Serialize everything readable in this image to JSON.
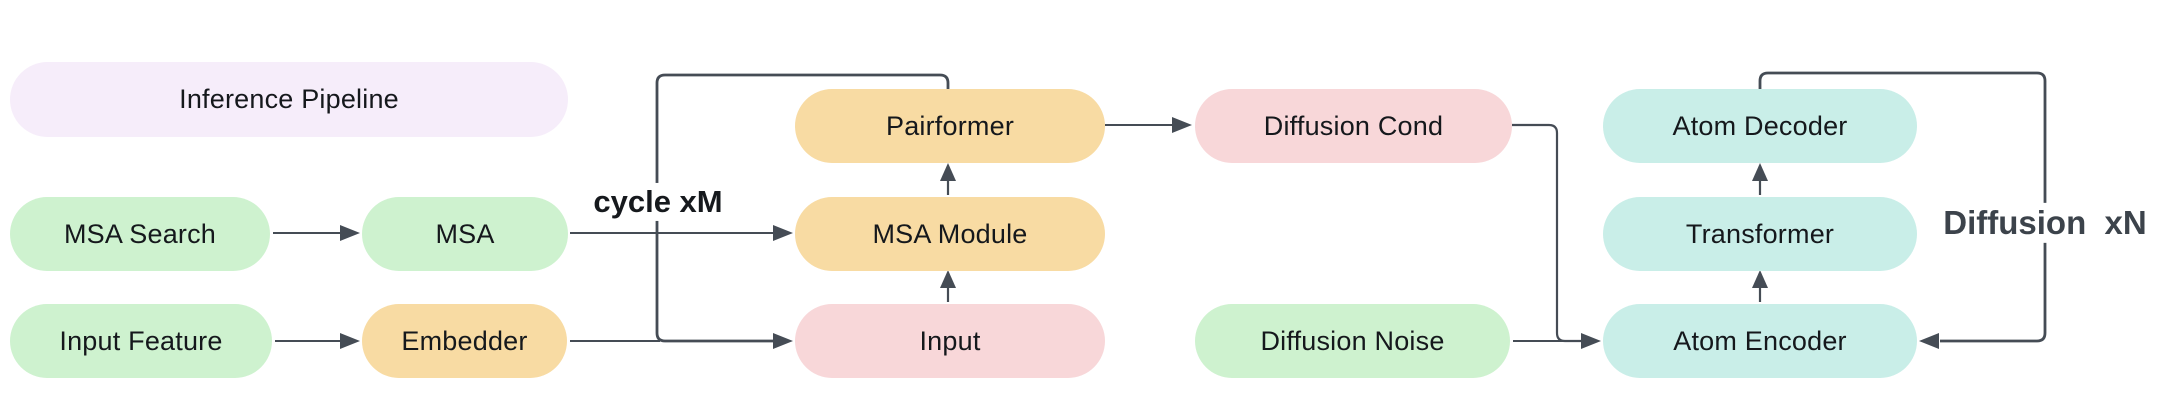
{
  "diagram": {
    "title": "Inference Pipeline",
    "nodes": {
      "msa_search": {
        "label": "MSA Search",
        "color": "green"
      },
      "msa": {
        "label": "MSA",
        "color": "green"
      },
      "input_feature": {
        "label": "Input Feature",
        "color": "green"
      },
      "embedder": {
        "label": "Embedder",
        "color": "orange"
      },
      "pairformer": {
        "label": "Pairformer",
        "color": "orange"
      },
      "msa_module": {
        "label": "MSA Module",
        "color": "orange"
      },
      "input": {
        "label": "Input",
        "color": "pink"
      },
      "diffusion_cond": {
        "label": "Diffusion Cond",
        "color": "pink"
      },
      "diffusion_noise": {
        "label": "Diffusion Noise",
        "color": "green"
      },
      "atom_decoder": {
        "label": "Atom Decoder",
        "color": "teal"
      },
      "transformer": {
        "label": "Transformer",
        "color": "teal"
      },
      "atom_encoder": {
        "label": "Atom Encoder",
        "color": "teal"
      }
    },
    "loop_labels": {
      "cycle": "cycle xM",
      "diffusion": "Diffusion  xN"
    },
    "colors": {
      "lavender": "#f6edfa",
      "green": "#cef2cf",
      "orange": "#f8dba3",
      "pink": "#f8d7d9",
      "teal": "#c9eee8",
      "line": "#454c55",
      "node_text": "#15181c",
      "cycle_text": "#16191d",
      "diffusion_text": "#3c434b"
    }
  }
}
